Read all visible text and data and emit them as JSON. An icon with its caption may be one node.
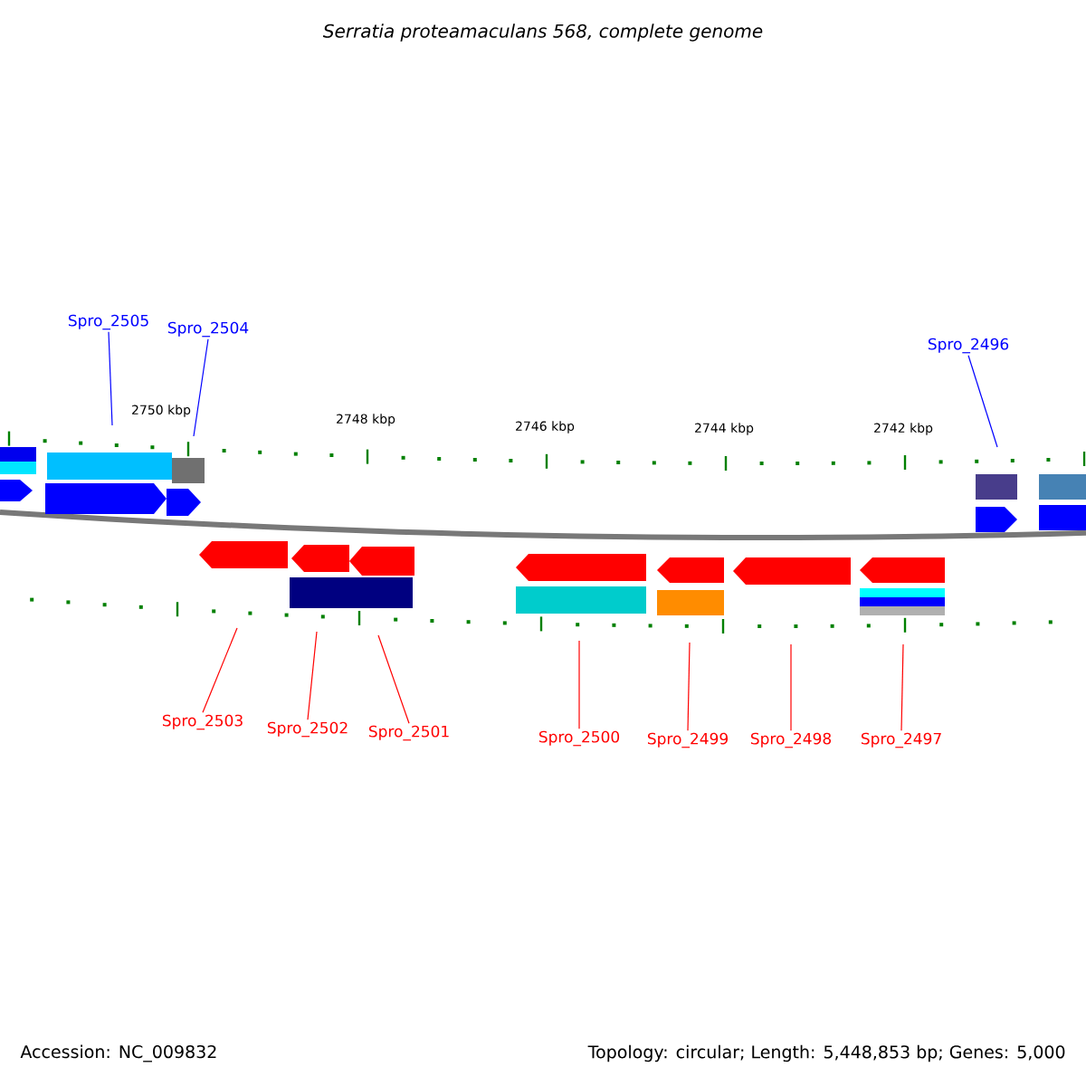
{
  "diagram": {
    "title": "Serratia proteamaculans 568, complete genome",
    "nodes": [
      {
        "text": [
          "Spro_2505"
        ]
      },
      {
        "text": [
          "Spro_2504"
        ]
      },
      {
        "text": [
          "Spro_2496"
        ]
      },
      {
        "text": [
          "Spro_2503"
        ]
      },
      {
        "text": [
          "Spro_2502"
        ]
      },
      {
        "text": [
          "Spro_2501"
        ]
      },
      {
        "text": [
          "Spro_2500"
        ]
      },
      {
        "text": [
          "Spro_2499"
        ]
      },
      {
        "text": [
          "Spro_2498"
        ]
      },
      {
        "text": [
          "Spro_2497"
        ]
      }
    ],
    "edges": [
      {
        "from": 0,
        "to": null,
        "arrow": "none",
        "color": "#0000ff"
      },
      {
        "from": 1,
        "to": null,
        "arrow": "none",
        "color": "#0000ff"
      },
      {
        "from": 2,
        "to": null,
        "arrow": "none",
        "color": "#0000ff"
      },
      {
        "from": 3,
        "to": null,
        "arrow": "none"
      },
      {
        "from": 4,
        "to": null,
        "arrow": "none"
      },
      {
        "from": 5,
        "to": null,
        "arrow": "none"
      },
      {
        "from": 6,
        "to": null,
        "arrow": "none"
      },
      {
        "from": 7,
        "to": null,
        "arrow": "none"
      },
      {
        "from": 8,
        "to": null,
        "arrow": "none"
      },
      {
        "from": 9,
        "to": null,
        "arrow": "none"
      }
    ],
    "labels": [
      "2750 kbp",
      "2748 kbp",
      "2746 kbp",
      "2744 kbp",
      "2742 kbp",
      "Accession: NC_009832",
      "Topology: circular; Length: 5,448,853 bp; Genes: 5,000"
    ]
  }
}
